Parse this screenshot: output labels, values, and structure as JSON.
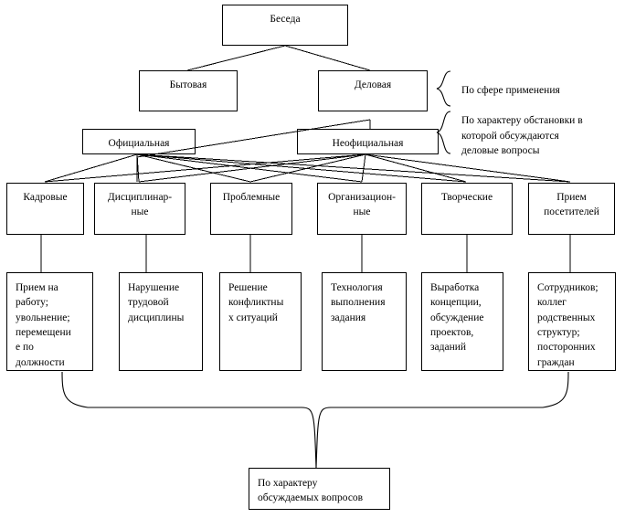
{
  "diagram": {
    "title": "Беседа",
    "nodes": {
      "root": {
        "label": "Беседа"
      },
      "level2": [
        {
          "id": "bytovaya",
          "label": "Бытовая"
        },
        {
          "id": "delovaya",
          "label": "Деловая"
        }
      ],
      "level3": [
        {
          "id": "oficialnaya",
          "label": "Официальная"
        },
        {
          "id": "neoficialnaya",
          "label": "Неофициальная"
        }
      ],
      "level4": [
        {
          "id": "kadrovye",
          "label": "Кадровые"
        },
        {
          "id": "disciplinarnye",
          "label": "Дисциплинар-\nные"
        },
        {
          "id": "problemnye",
          "label": "Проблемные"
        },
        {
          "id": "organizacionnye",
          "label": "Организацион-\nные"
        },
        {
          "id": "tvorcheskie",
          "label": "Творческие"
        },
        {
          "id": "priem-posetitelei",
          "label": "Прием\nпосетителей"
        }
      ],
      "level5": [
        {
          "id": "priem-na-rabotu",
          "label": "Прием на\nработу;\nувольнение;\nперемещени\nе по\nдолжности"
        },
        {
          "id": "narushenie",
          "label": "Нарушение\nтрудовой\nдисциплины"
        },
        {
          "id": "reshenie-konfliktov",
          "label": "Решение\nконфликтны\nх ситуаций"
        },
        {
          "id": "tehnologiya",
          "label": "Технология\nвыполнения\nзадания"
        },
        {
          "id": "vyrabotka",
          "label": "Выработка\nконцепции,\nобсуждение\nпроектов,\nзаданий"
        },
        {
          "id": "sotrudnikov",
          "label": "Сотрудников;\nколлег\nродственных\nструктур;\nпосторонних\nграждан"
        }
      ],
      "footer": {
        "id": "po-harakteru",
        "label": "По характеру\nобсуждаемых вопросов"
      }
    },
    "annotations": [
      {
        "id": "sfera-primeneniya",
        "text": "По сфере применения"
      },
      {
        "id": "harakter-obstanovki",
        "text": "По характеру обстановки в\nкоторой обсуждаются\nделовые вопросы"
      }
    ],
    "colors": {
      "stroke": "#000000",
      "text": "#000000",
      "background": "#ffffff"
    }
  }
}
